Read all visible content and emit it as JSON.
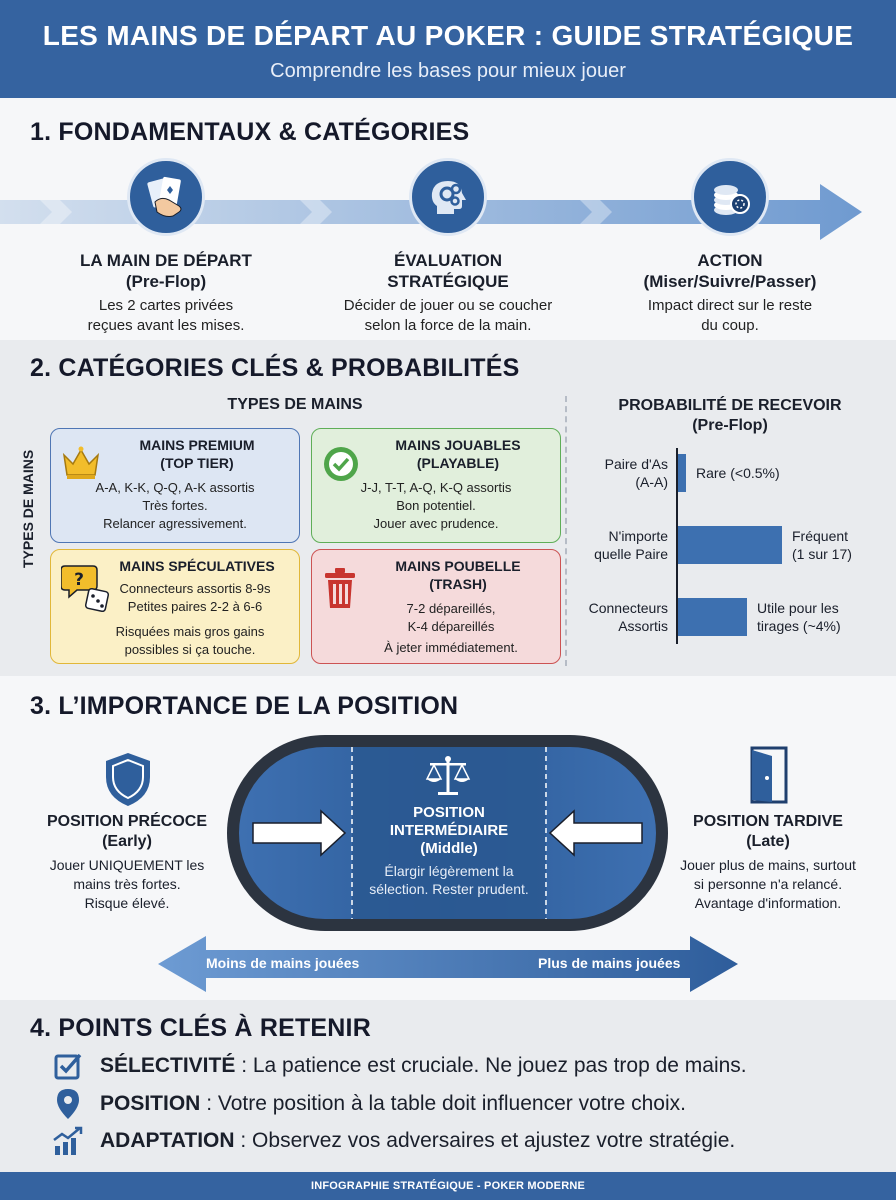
{
  "header": {
    "title": "LES MAINS DE DÉPART AU POKER : GUIDE STRATÉGIQUE",
    "subtitle": "Comprendre les bases pour mieux jouer"
  },
  "section1": {
    "title": "1. FONDAMENTAUX & CATÉGORIES",
    "steps": [
      {
        "title": "LA MAIN DE DÉPART",
        "subtitle": "(Pre-Flop)",
        "desc1": "Les 2 cartes privées",
        "desc2": "reçues avant les mises.",
        "icon": "hand-cards-icon"
      },
      {
        "title": "ÉVALUATION",
        "subtitle": "STRATÉGIQUE",
        "desc1": "Décider de jouer ou se coucher",
        "desc2": "selon la force de la main.",
        "icon": "head-gears-icon"
      },
      {
        "title": "ACTION",
        "subtitle": "(Miser/Suivre/Passer)",
        "desc1": "Impact direct sur le reste",
        "desc2": "du coup.",
        "icon": "chips-icon"
      }
    ]
  },
  "section2": {
    "title": "2. CATÉGORIES CLÉS & PROBABILITÉS",
    "types_heading": "TYPES DE MAINS",
    "vertical_label": "TYPES DE MAINS",
    "cards": {
      "premium": {
        "title1": "MAINS PREMIUM",
        "title2": "(TOP TIER)",
        "l1": "A-A, K-K, Q-Q, A-K assortis",
        "l2": "Très fortes.",
        "l3": "Relancer agressivement.",
        "icon": "crown-icon"
      },
      "playable": {
        "title1": "MAINS JOUABLES",
        "title2": "(PLAYABLE)",
        "l1": "J-J, T-T, A-Q, K-Q assortis",
        "l2": "Bon potentiel.",
        "l3": "Jouer avec prudence.",
        "icon": "check-icon"
      },
      "speculative": {
        "title1": "MAINS SPÉCULATIVES",
        "l1": "Connecteurs assortis 8-9s",
        "l2": "Petites paires 2-2 à 6-6",
        "l3": "Risquées mais gros gains",
        "l4": "possibles si ça touche.",
        "icon": "question-dice-icon"
      },
      "trash": {
        "title1": "MAINS POUBELLE",
        "title2": "(TRASH)",
        "l1": "7-2 dépareillés,",
        "l2": "K-4 dépareillés",
        "l3": "À jeter immédiatement.",
        "icon": "trash-icon"
      }
    },
    "prob_heading1": "PROBABILITÉ DE RECEVOIR",
    "prob_heading2": "(Pre-Flop)"
  },
  "chart_data": {
    "type": "bar",
    "orientation": "horizontal",
    "title": "PROBABILITÉ DE RECEVOIR (Pre-Flop)",
    "categories": [
      {
        "l1": "Paire d'As",
        "l2": "(A-A)"
      },
      {
        "l1": "N'importe",
        "l2": "quelle Paire"
      },
      {
        "l1": "Connecteurs",
        "l2": "Assortis"
      }
    ],
    "values": [
      0.45,
      5.9,
      3.9
    ],
    "value_labels": [
      {
        "l1": "Rare (<0.5%)",
        "l2": ""
      },
      {
        "l1": "Fréquent",
        "l2": "(1 sur 17)"
      },
      {
        "l1": "Utile pour les",
        "l2": "tirages (~4%)"
      }
    ],
    "color": "#3d70b0"
  },
  "section3": {
    "title": "3. L’IMPORTANCE DE LA POSITION",
    "early": {
      "title1": "POSITION PRÉCOCE",
      "title2": "(Early)",
      "d1": "Jouer UNIQUEMENT les",
      "d2": "mains très fortes.",
      "d3": "Risque élevé.",
      "icon": "shield-icon"
    },
    "middle": {
      "title1": "POSITION",
      "title2": "INTERMÉDIAIRE",
      "title3": "(Middle)",
      "d1": "Élargir légèrement la",
      "d2": "sélection. Rester prudent.",
      "icon": "scales-icon"
    },
    "late": {
      "title1": "POSITION TARDIVE",
      "title2": "(Late)",
      "d1": "Jouer plus de mains, surtout",
      "d2": "si personne n'a relancé.",
      "d3": "Avantage d'information.",
      "icon": "door-icon"
    },
    "range_left": "Moins de mains jouées",
    "range_right": "Plus de mains jouées"
  },
  "section4": {
    "title": "4. POINTS CLÉS À RETENIR",
    "points": [
      {
        "label": "SÉLECTIVITÉ",
        "text": " : La patience est cruciale. Ne jouez pas trop de mains.",
        "icon": "checkbox-icon"
      },
      {
        "label": "POSITION",
        "text": " : Votre position à la table doit influencer votre choix.",
        "icon": "location-pin-icon"
      },
      {
        "label": "ADAPTATION",
        "text": " : Observez vos adversaires et ajustez votre stratégie.",
        "icon": "trend-chart-icon"
      }
    ]
  },
  "footer": "INFOGRAPHIE STRATÉGIQUE - POKER MODERNE",
  "colors": {
    "primary": "#3563a0",
    "bar": "#3d70b0",
    "green": "#5fae58",
    "yellow": "#e1b739",
    "red": "#cc5353"
  }
}
